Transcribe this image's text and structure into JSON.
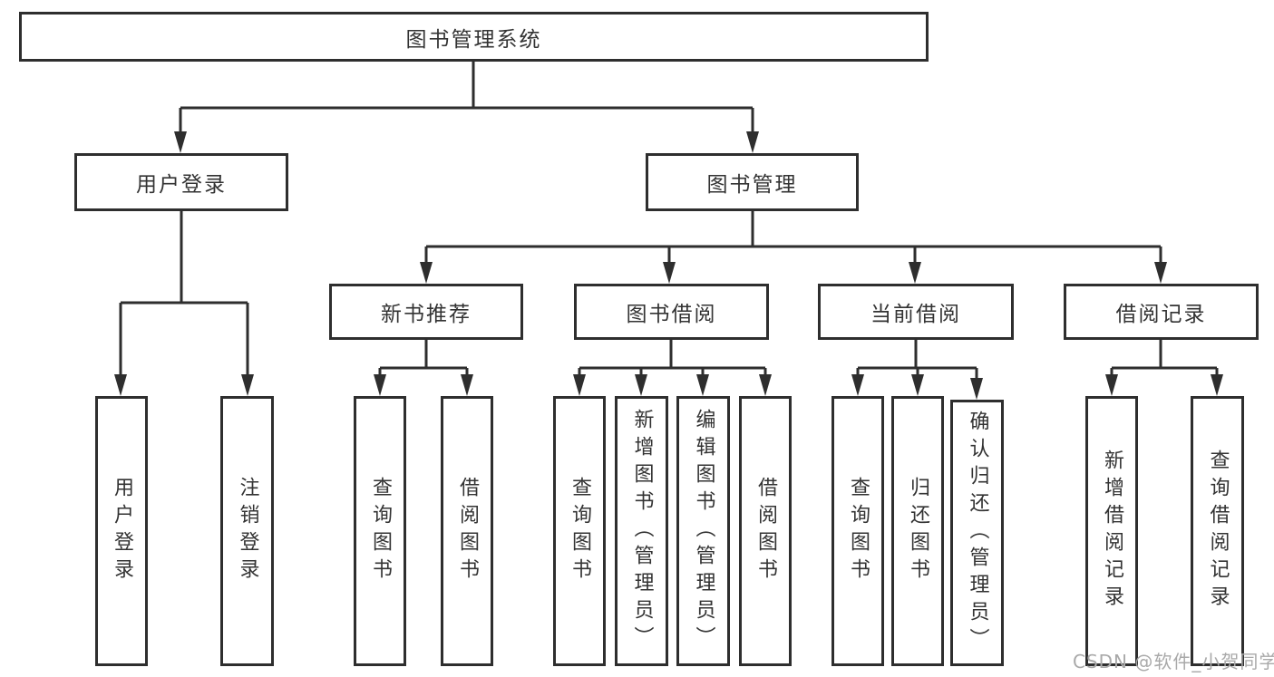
{
  "tree": {
    "root": {
      "label": "图书管理系统",
      "children": [
        {
          "label": "用户登录",
          "children": [
            {
              "label": "用户登录"
            },
            {
              "label": "注销登录"
            }
          ]
        },
        {
          "label": "图书管理",
          "children": [
            {
              "label": "新书推荐",
              "children": [
                {
                  "label": "查询图书"
                },
                {
                  "label": "借阅图书"
                }
              ]
            },
            {
              "label": "图书借阅",
              "children": [
                {
                  "label": "查询图书"
                },
                {
                  "label": "新增图书（管理员）"
                },
                {
                  "label": "编辑图书（管理员）"
                },
                {
                  "label": "借阅图书"
                }
              ]
            },
            {
              "label": "当前借阅",
              "children": [
                {
                  "label": "查询图书"
                },
                {
                  "label": "归还图书"
                },
                {
                  "label": "确认归还（管理员）"
                }
              ]
            },
            {
              "label": "借阅记录",
              "children": [
                {
                  "label": "新增借阅记录"
                },
                {
                  "label": "查询借阅记录"
                }
              ]
            }
          ]
        }
      ]
    }
  },
  "watermark": {
    "text": "CSDN @软件_小贺同学"
  },
  "colors": {
    "line": "#2e2e2e",
    "text": "#333333",
    "watermark": "#a9a9a9",
    "background": "#ffffff"
  }
}
